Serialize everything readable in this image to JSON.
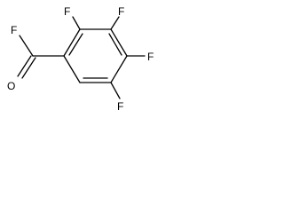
{
  "molecule": {
    "atoms": [
      {
        "id": "F_acyl",
        "symbol": "F"
      },
      {
        "id": "O_carbonyl",
        "symbol": "O"
      },
      {
        "id": "F_2",
        "symbol": "F"
      },
      {
        "id": "F_3",
        "symbol": "F"
      },
      {
        "id": "F_4",
        "symbol": "F"
      },
      {
        "id": "F_5",
        "symbol": "F"
      }
    ]
  }
}
